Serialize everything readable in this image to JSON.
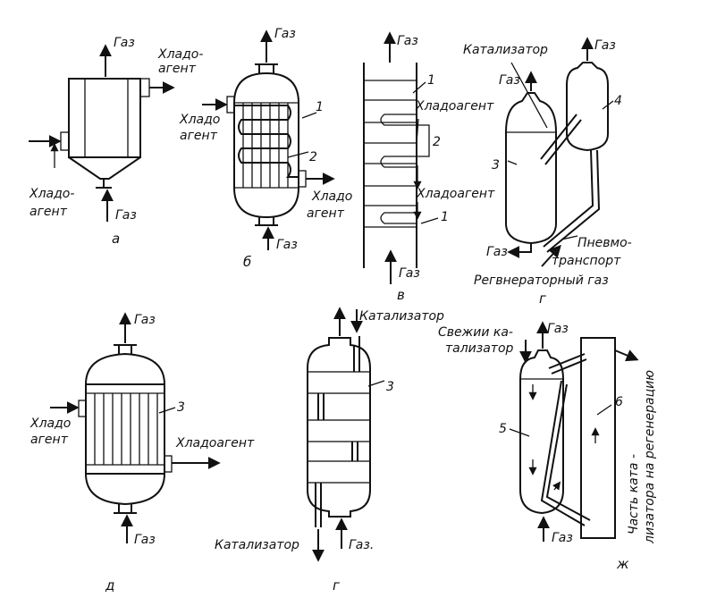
{
  "labels": {
    "gas": "Газ",
    "coolant_split_1": "Хладо-",
    "coolant_split_2": "агент",
    "coolant_a_1": "Хладо",
    "coolant_a_2": "агент",
    "coolant_full": "Хладоагент",
    "catalyst": "Катализатор",
    "pneumo_1": "Пневмо-",
    "pneumo_2": "транспорт",
    "regen_gas": "Регвнераторный газ",
    "fresh_cat_1": "Свежии ка-",
    "fresh_cat_2": "тализатор",
    "cat_part_1": "Часть ката -",
    "cat_part_2": "лизатора на регенерацию",
    "gas_dot": "Газ."
  },
  "captions": {
    "a": "а",
    "b": "б",
    "v": "в",
    "g1": "г",
    "d": "д",
    "g2": "г",
    "zh": "ж"
  },
  "numbers": {
    "n1": "1",
    "n2": "2",
    "n3": "3",
    "n4": "4",
    "n5": "5",
    "n6": "6"
  }
}
